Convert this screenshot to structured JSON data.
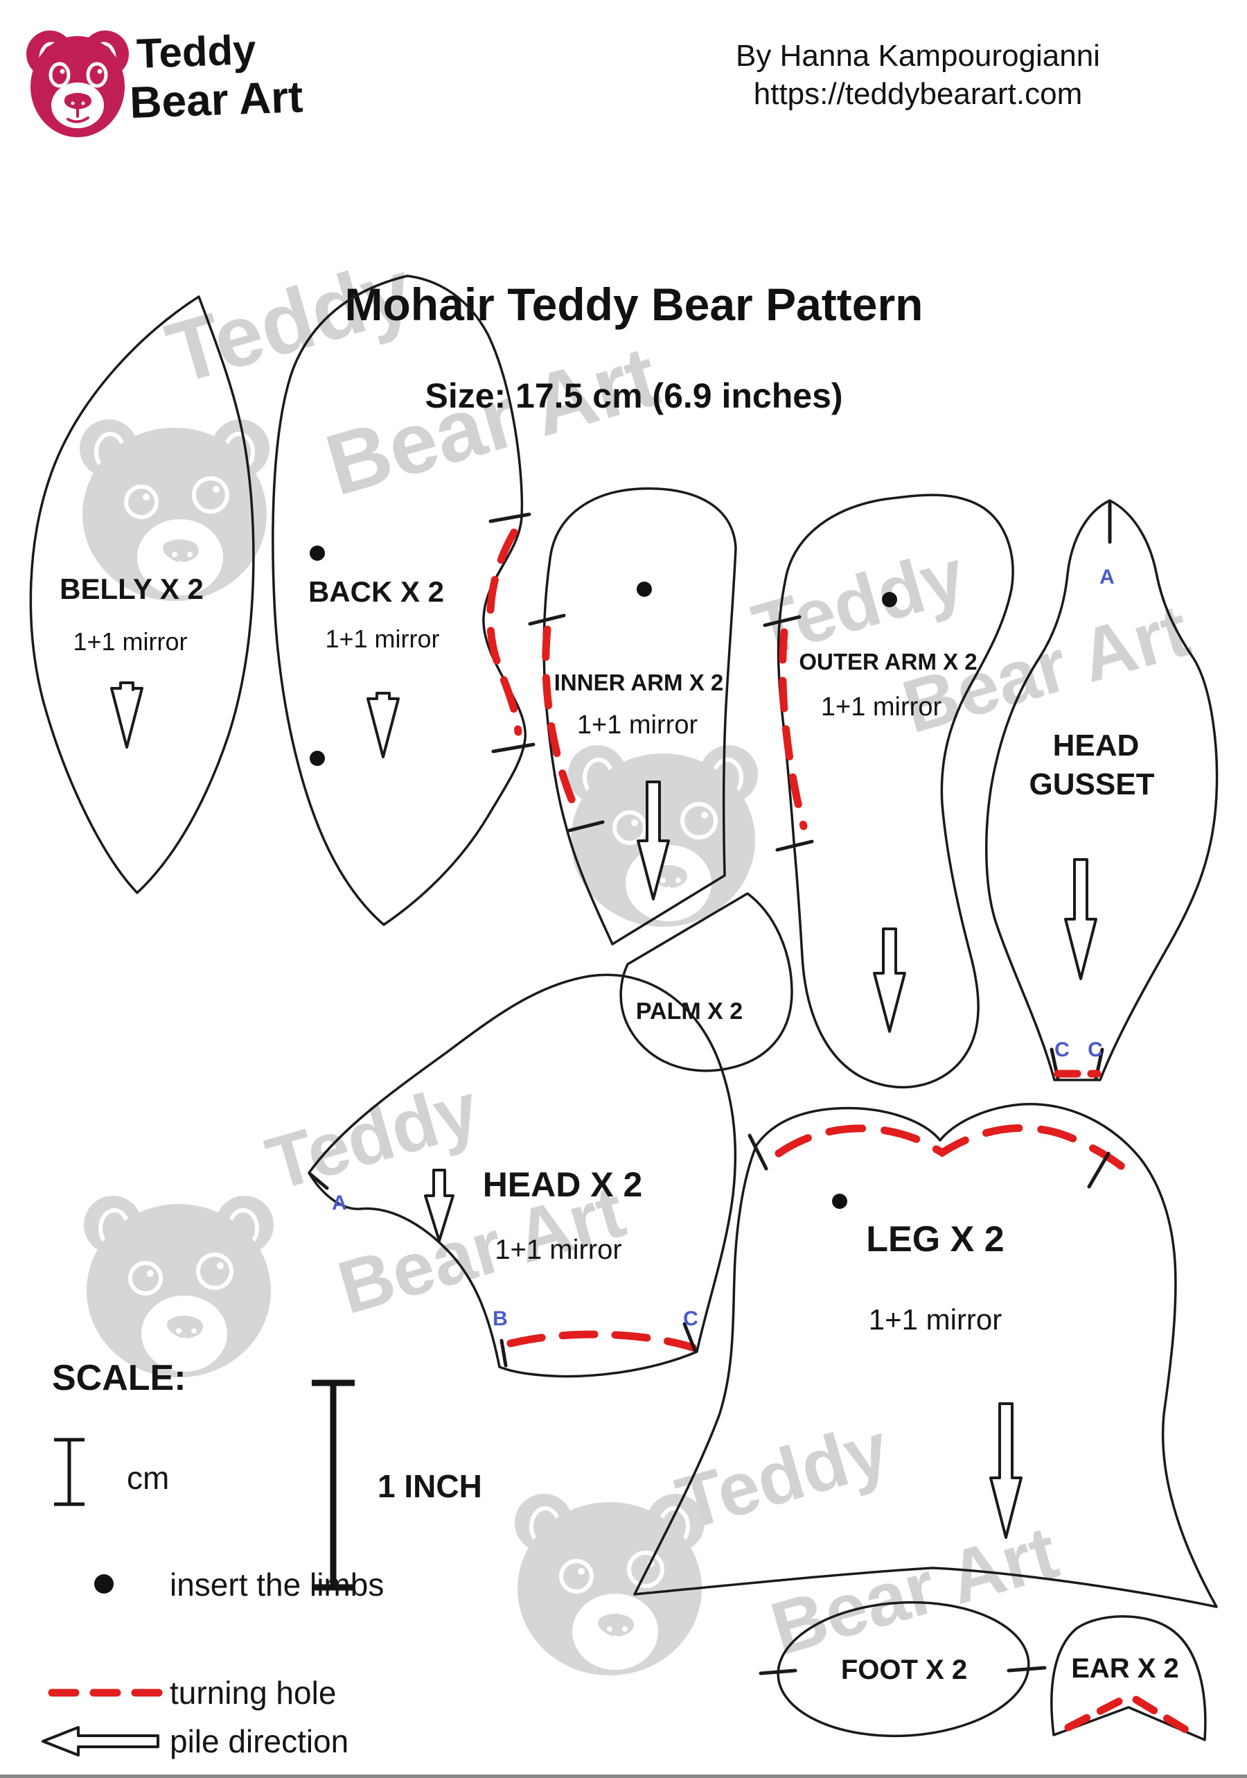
{
  "logo": {
    "brand_line1": "Teddy",
    "brand_line2": "Bear Art",
    "color": "#c21e56"
  },
  "header": {
    "byline": "By Hanna Kampourogianni",
    "url": "https://teddybearart.com"
  },
  "title": "Mohair Teddy Bear Pattern",
  "subtitle": "Size: 17.5 cm (6.9 inches)",
  "watermark": {
    "text_line1": "Teddy",
    "text_line2": "Bear Art",
    "color": "#d6d6d6"
  },
  "pieces": [
    {
      "id": "belly",
      "label": "BELLY X 2",
      "note": "1+1 mirror"
    },
    {
      "id": "back",
      "label": "BACK X 2",
      "note": "1+1 mirror"
    },
    {
      "id": "inner-arm",
      "label": "INNER ARM X 2",
      "note": "1+1 mirror"
    },
    {
      "id": "palm",
      "label": "PALM X 2"
    },
    {
      "id": "outer-arm",
      "label": "OUTER ARM X 2",
      "note": "1+1 mirror"
    },
    {
      "id": "head-gusset",
      "label_line1": "HEAD",
      "label_line2": "GUSSET"
    },
    {
      "id": "head",
      "label": "HEAD X 2",
      "note": "1+1 mirror"
    },
    {
      "id": "leg",
      "label": "LEG X 2",
      "note": "1+1 mirror"
    },
    {
      "id": "foot",
      "label": "FOOT X 2"
    },
    {
      "id": "ear",
      "label": "EAR X 2"
    }
  ],
  "markers": {
    "a": "A",
    "b": "B",
    "c": "C",
    "letter_color": "#4a5ac8"
  },
  "scale": {
    "heading": "SCALE:",
    "cm_label": "cm",
    "inch_label": "1 INCH"
  },
  "legend": {
    "insert_limbs": "insert the limbs",
    "turning_hole": "turning hole",
    "pile_direction": "pile direction",
    "red": "#e11d1d"
  }
}
